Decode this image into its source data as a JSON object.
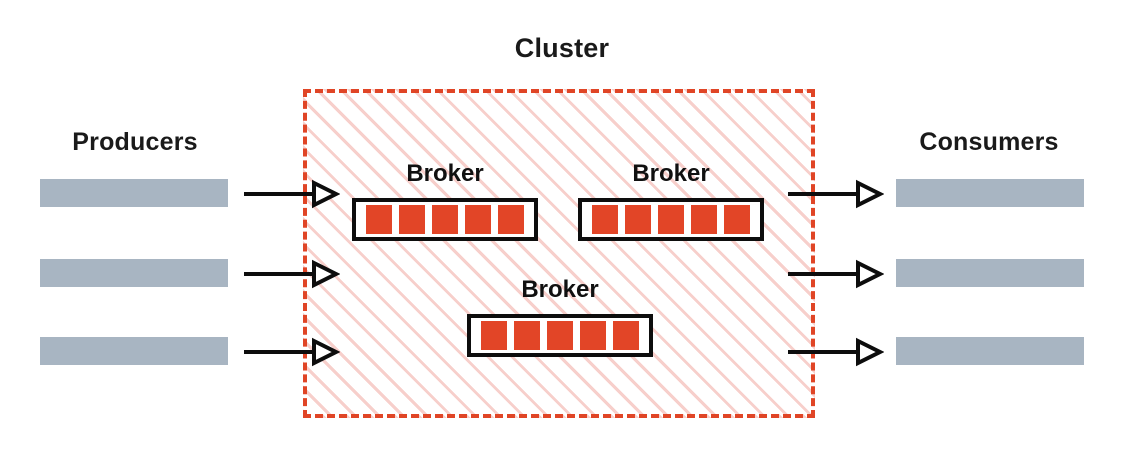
{
  "diagram": {
    "title": "Cluster",
    "left_group": {
      "label": "Producers",
      "count": 3
    },
    "right_group": {
      "label": "Consumers",
      "count": 3
    },
    "brokers": [
      {
        "label": "Broker",
        "partitions": 5
      },
      {
        "label": "Broker",
        "partitions": 5
      },
      {
        "label": "Broker",
        "partitions": 5
      }
    ],
    "colors": {
      "partition": "#E24527",
      "cluster_border": "#E04526",
      "cluster_hatch": "#F7CFCB",
      "endpoint_bar": "#A8B5C2",
      "arrow": "#0d0d0d",
      "text": "#1a1a1a",
      "background": "#ffffff"
    }
  }
}
